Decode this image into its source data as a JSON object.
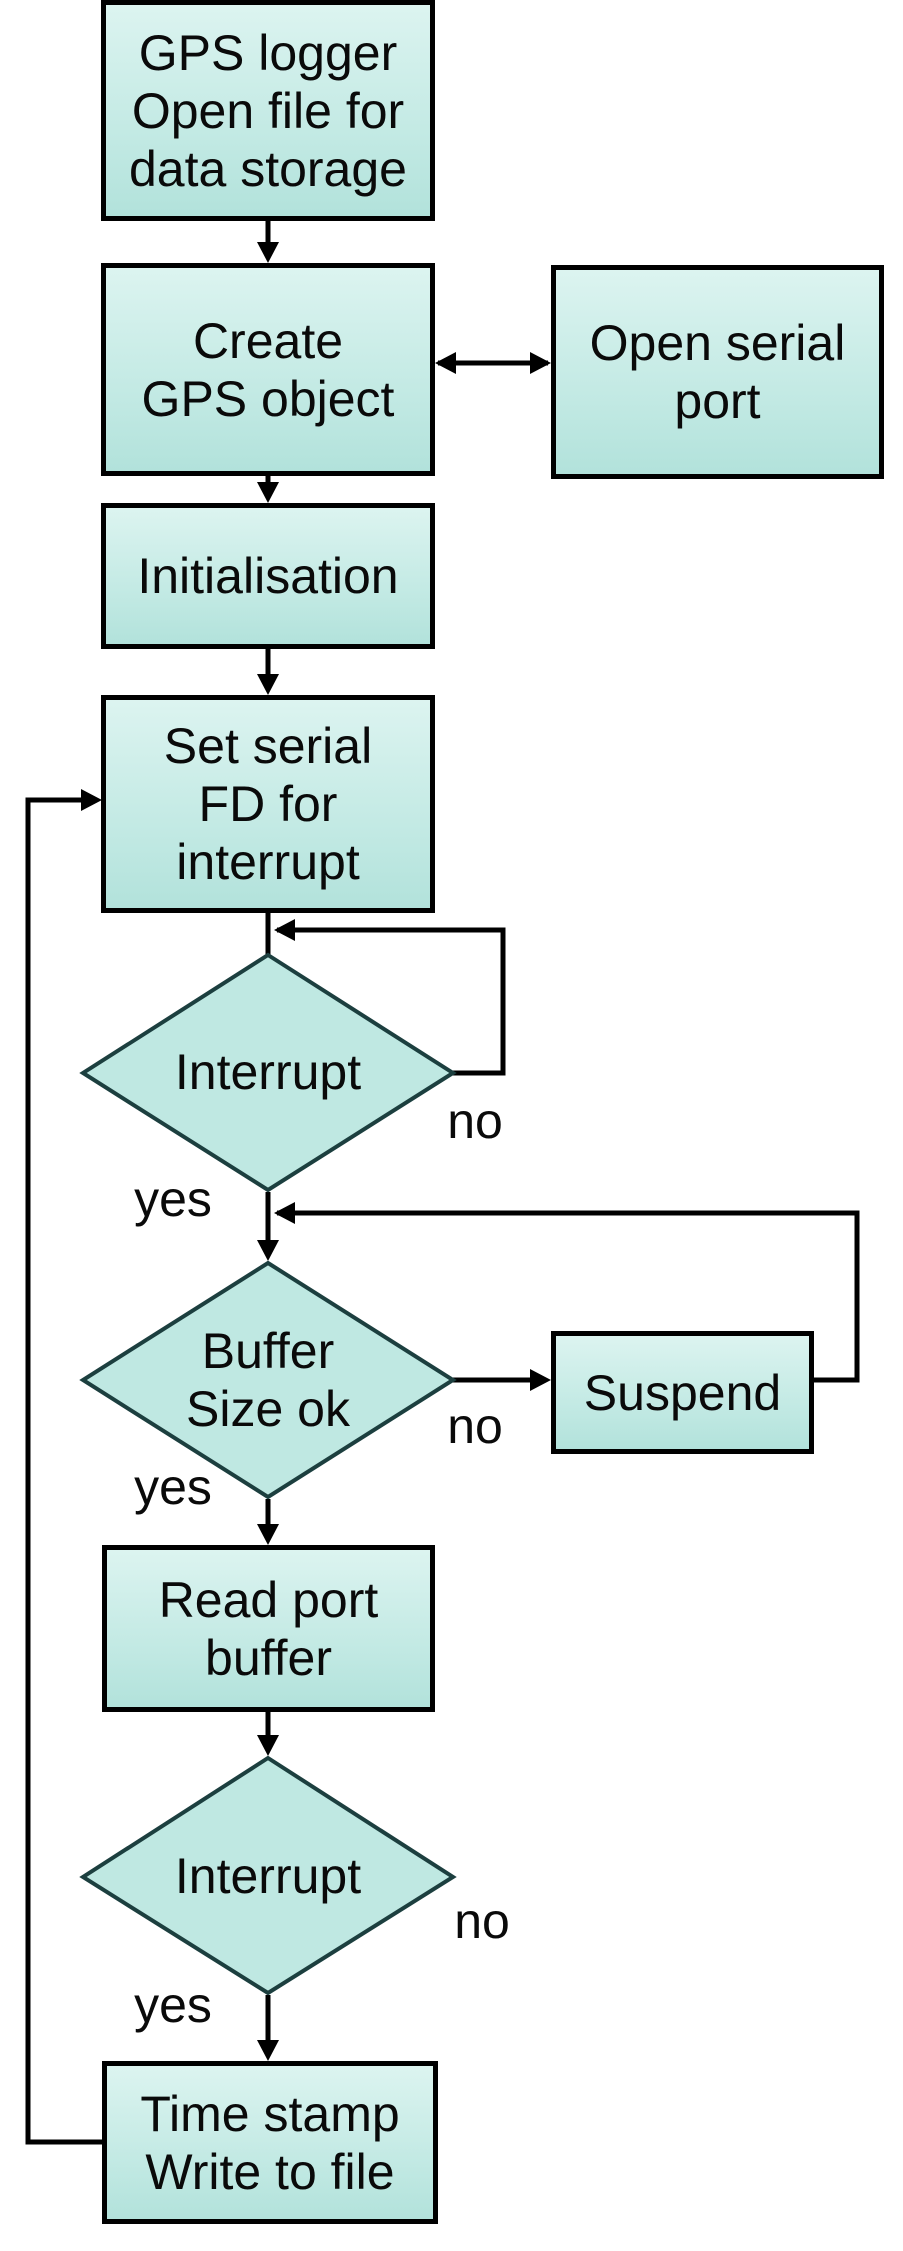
{
  "diagram": {
    "background": "#ffffff",
    "node_fill": "#bfe8e2",
    "node_fill_light": "#dcf4f0",
    "node_border": "#000000",
    "decision_border": "#1c3f3f",
    "connector_color": "#000000",
    "text_color": "#0a0a0a"
  },
  "nodes": [
    {
      "id": "gps-logger",
      "type": "process",
      "lines": [
        "GPS logger",
        "Open file for",
        "data storage"
      ]
    },
    {
      "id": "create-gps-object",
      "type": "process",
      "lines": [
        "Create",
        "GPS object"
      ]
    },
    {
      "id": "open-serial-port",
      "type": "process",
      "lines": [
        "Open serial",
        "port"
      ]
    },
    {
      "id": "initialisation",
      "type": "process",
      "lines": [
        "Initialisation"
      ]
    },
    {
      "id": "set-serial-fd",
      "type": "process",
      "lines": [
        "Set serial",
        "FD for",
        "interrupt"
      ]
    },
    {
      "id": "interrupt-1",
      "type": "decision",
      "lines": [
        "Interrupt"
      ]
    },
    {
      "id": "buffer-size-ok",
      "type": "decision",
      "lines": [
        "Buffer",
        "Size ok"
      ]
    },
    {
      "id": "suspend",
      "type": "process",
      "lines": [
        "Suspend"
      ]
    },
    {
      "id": "read-port-buffer",
      "type": "process",
      "lines": [
        "Read port",
        "buffer"
      ]
    },
    {
      "id": "interrupt-2",
      "type": "decision",
      "lines": [
        "Interrupt"
      ]
    },
    {
      "id": "time-stamp",
      "type": "process",
      "lines": [
        "Time stamp",
        "Write to file"
      ]
    }
  ],
  "edge_labels": [
    {
      "id": "interrupt-1-no",
      "text": "no"
    },
    {
      "id": "interrupt-1-yes",
      "text": "yes"
    },
    {
      "id": "buffer-size-no",
      "text": "no"
    },
    {
      "id": "buffer-size-yes",
      "text": "yes"
    },
    {
      "id": "interrupt-2-no",
      "text": "no"
    },
    {
      "id": "interrupt-2-yes",
      "text": "yes"
    }
  ]
}
